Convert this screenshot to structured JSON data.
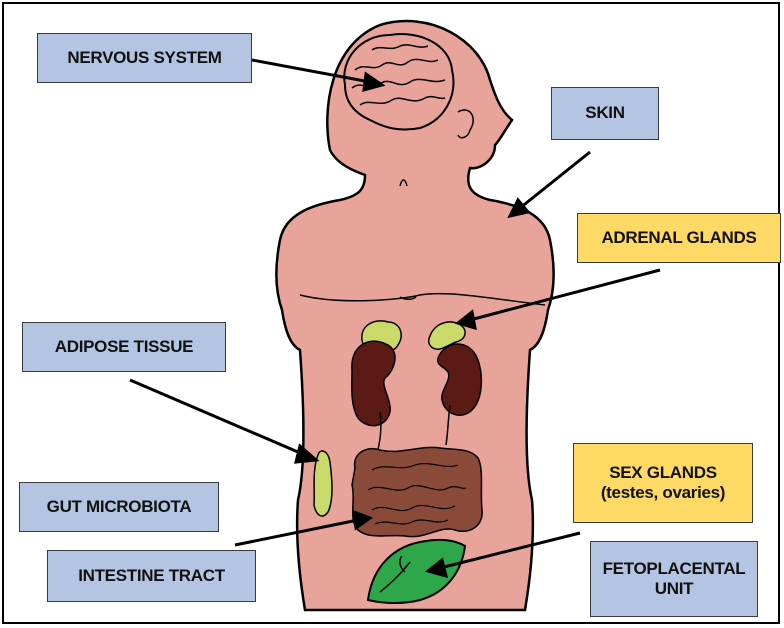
{
  "labels": {
    "nervous_system": "NERVOUS SYSTEM",
    "skin": "SKIN",
    "adrenal_glands": "ADRENAL GLANDS",
    "adipose_tissue": "ADIPOSE TISSUE",
    "gut_microbiota": "GUT MICROBIOTA",
    "intestine_tract": "INTESTINE TRACT",
    "sex_glands_line1": "SEX GLANDS",
    "sex_glands_line2": "(testes, ovaries)",
    "fetoplacental_line1": "FETOPLACENTAL",
    "fetoplacental_line2": "UNIT"
  },
  "colors": {
    "box_blue": "#b4c5e3",
    "box_yellow": "#ffd966",
    "skin": "#e8a49a",
    "kidney": "#5b1a14",
    "adrenal": "#c9d96a",
    "intestine": "#8a4a3a",
    "placenta": "#2ea64a"
  }
}
